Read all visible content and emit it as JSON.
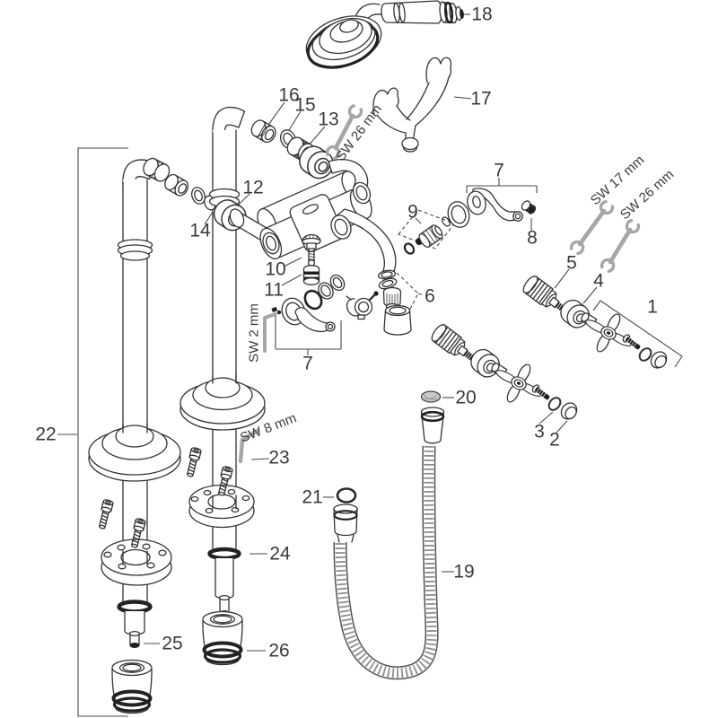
{
  "diagram": {
    "kind": "exploded-parts-diagram",
    "colors": {
      "background": "#ffffff",
      "line": "#333333",
      "tool_gray": "#a6a6a6",
      "label_text": "#3a3a3a"
    },
    "callouts": [
      {
        "n": "1"
      },
      {
        "n": "2"
      },
      {
        "n": "3"
      },
      {
        "n": "4"
      },
      {
        "n": "5"
      },
      {
        "n": "6"
      },
      {
        "n": "7"
      },
      {
        "n": "8"
      },
      {
        "n": "9"
      },
      {
        "n": "10"
      },
      {
        "n": "11"
      },
      {
        "n": "12"
      },
      {
        "n": "13"
      },
      {
        "n": "14"
      },
      {
        "n": "15"
      },
      {
        "n": "16"
      },
      {
        "n": "17"
      },
      {
        "n": "18"
      },
      {
        "n": "19"
      },
      {
        "n": "20"
      },
      {
        "n": "21"
      },
      {
        "n": "22"
      },
      {
        "n": "23"
      },
      {
        "n": "24"
      },
      {
        "n": "25"
      },
      {
        "n": "26"
      },
      {
        "n": "7"
      }
    ],
    "tools": [
      {
        "id": "wrench-sw26-top",
        "label": "SW 26 mm"
      },
      {
        "id": "wrench-sw17",
        "label": "SW 17 mm"
      },
      {
        "id": "wrench-sw26-right",
        "label": "SW 26 mm"
      },
      {
        "id": "allen-key-sw2",
        "label": "SW 2 mm"
      },
      {
        "id": "allen-key-sw8",
        "label": "SW 8 mm"
      }
    ]
  }
}
